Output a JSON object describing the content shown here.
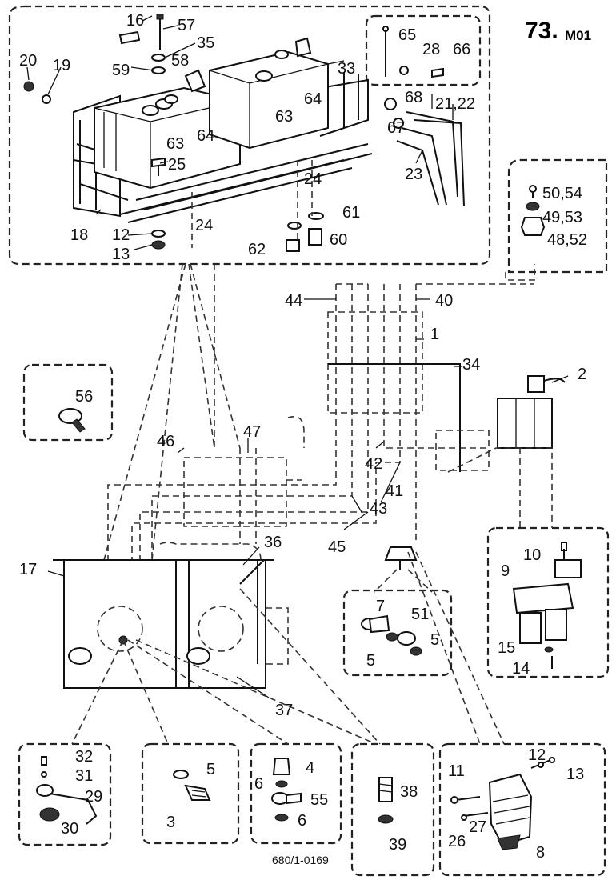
{
  "header": {
    "page_number": "73.",
    "page_suffix": "M01"
  },
  "footer": {
    "drawing_code": "680/1-0169"
  },
  "callouts": {
    "tanks": [
      "16",
      "57",
      "35",
      "58",
      "59",
      "20",
      "19",
      "63",
      "64",
      "25",
      "18",
      "12",
      "13",
      "33",
      "63",
      "64",
      "24",
      "24",
      "61",
      "62",
      "60",
      "65",
      "28",
      "66",
      "68",
      "67",
      "21,22",
      "23"
    ],
    "bolts": [
      "50,54",
      "49,53",
      "48,52"
    ],
    "lines": [
      "44",
      "40",
      "1",
      "34",
      "2",
      "56",
      "46",
      "47",
      "42",
      "41",
      "43",
      "45",
      "36",
      "17",
      "37"
    ],
    "filter": [
      "7",
      "51",
      "5",
      "5"
    ],
    "separator": [
      "10",
      "9",
      "15",
      "14"
    ],
    "drain": [
      "32",
      "31",
      "29",
      "30"
    ],
    "plug": [
      "5",
      "3"
    ],
    "union": [
      "4",
      "6",
      "55",
      "6"
    ],
    "banjo": [
      "38",
      "39"
    ],
    "pump": [
      "11",
      "12",
      "13",
      "27",
      "26",
      "8"
    ]
  }
}
